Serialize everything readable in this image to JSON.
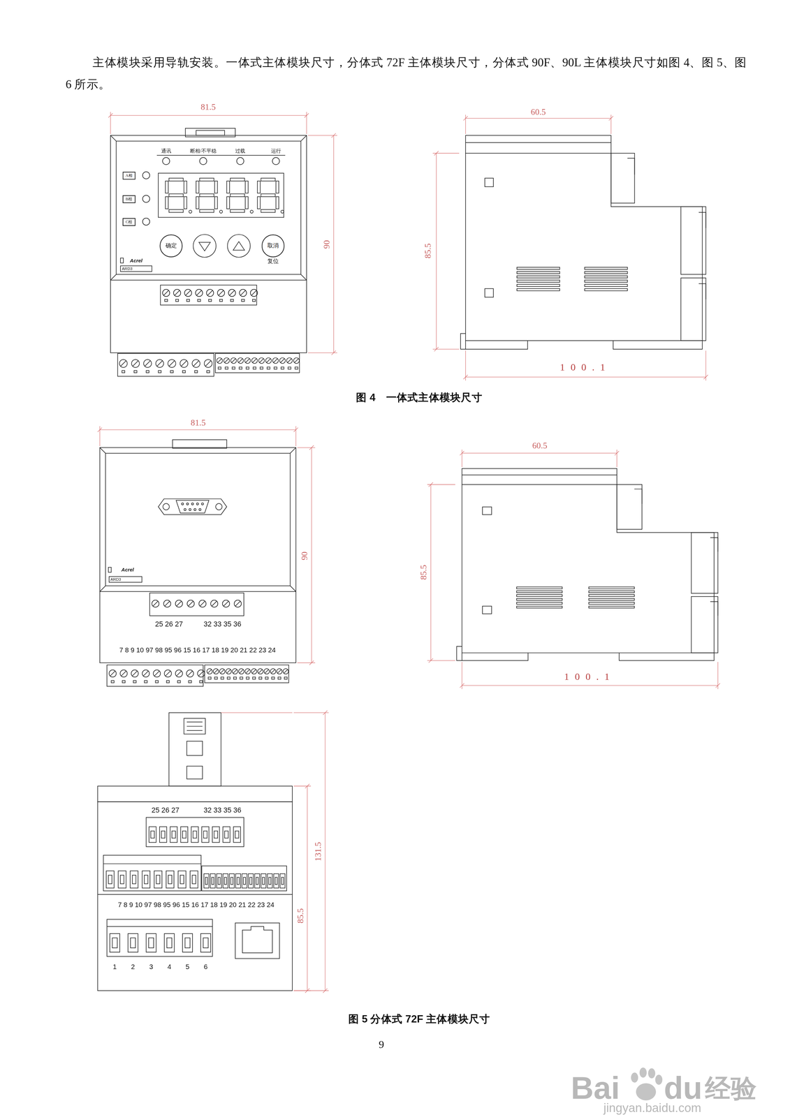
{
  "diagram": {
    "nodes": [
      {
        "text": [
          "A相"
        ]
      },
      {
        "text": [
          "B相"
        ]
      },
      {
        "text": [
          "C相"
        ]
      },
      {
        "text": [
          "确定"
        ]
      },
      {
        "text": [
          "取消",
          "复位"
        ]
      }
    ],
    "labels": [
      "主体模块采用导轨安装。一体式主体模块尺寸，分体式 72F 主体模块尺寸，分体式 90F、90L 主体模块尺寸如图 4、图 5、图 6 所示。",
      "81.5",
      "通讯",
      "断相/不平稳",
      "过载",
      "运行",
      "90",
      "Acrel",
      "ARD3",
      "60.5",
      "85.5",
      "100.1",
      "图 4　一体式主体模块尺寸",
      "81.5",
      "90",
      "Acrel",
      "ARD3",
      "25 26 27",
      "32 33 35 36",
      "7 8 9 10 97 98 95 96 15 16 17 18 19 20 21 22 23 24",
      "60.5",
      "85.5",
      "100.1",
      "131.5",
      "85.5",
      "25 26 27",
      "32 33 35 36",
      "7 8 9 10 97 98 95 96 15 16 17 18 19 20 21 22 23 24",
      "1",
      "2",
      "3",
      "4",
      "5",
      "6",
      "图 5 分体式 72F 主体模块尺寸",
      "9",
      "Bai",
      "du",
      "经验",
      "jingyan.baidu.com"
    ]
  }
}
